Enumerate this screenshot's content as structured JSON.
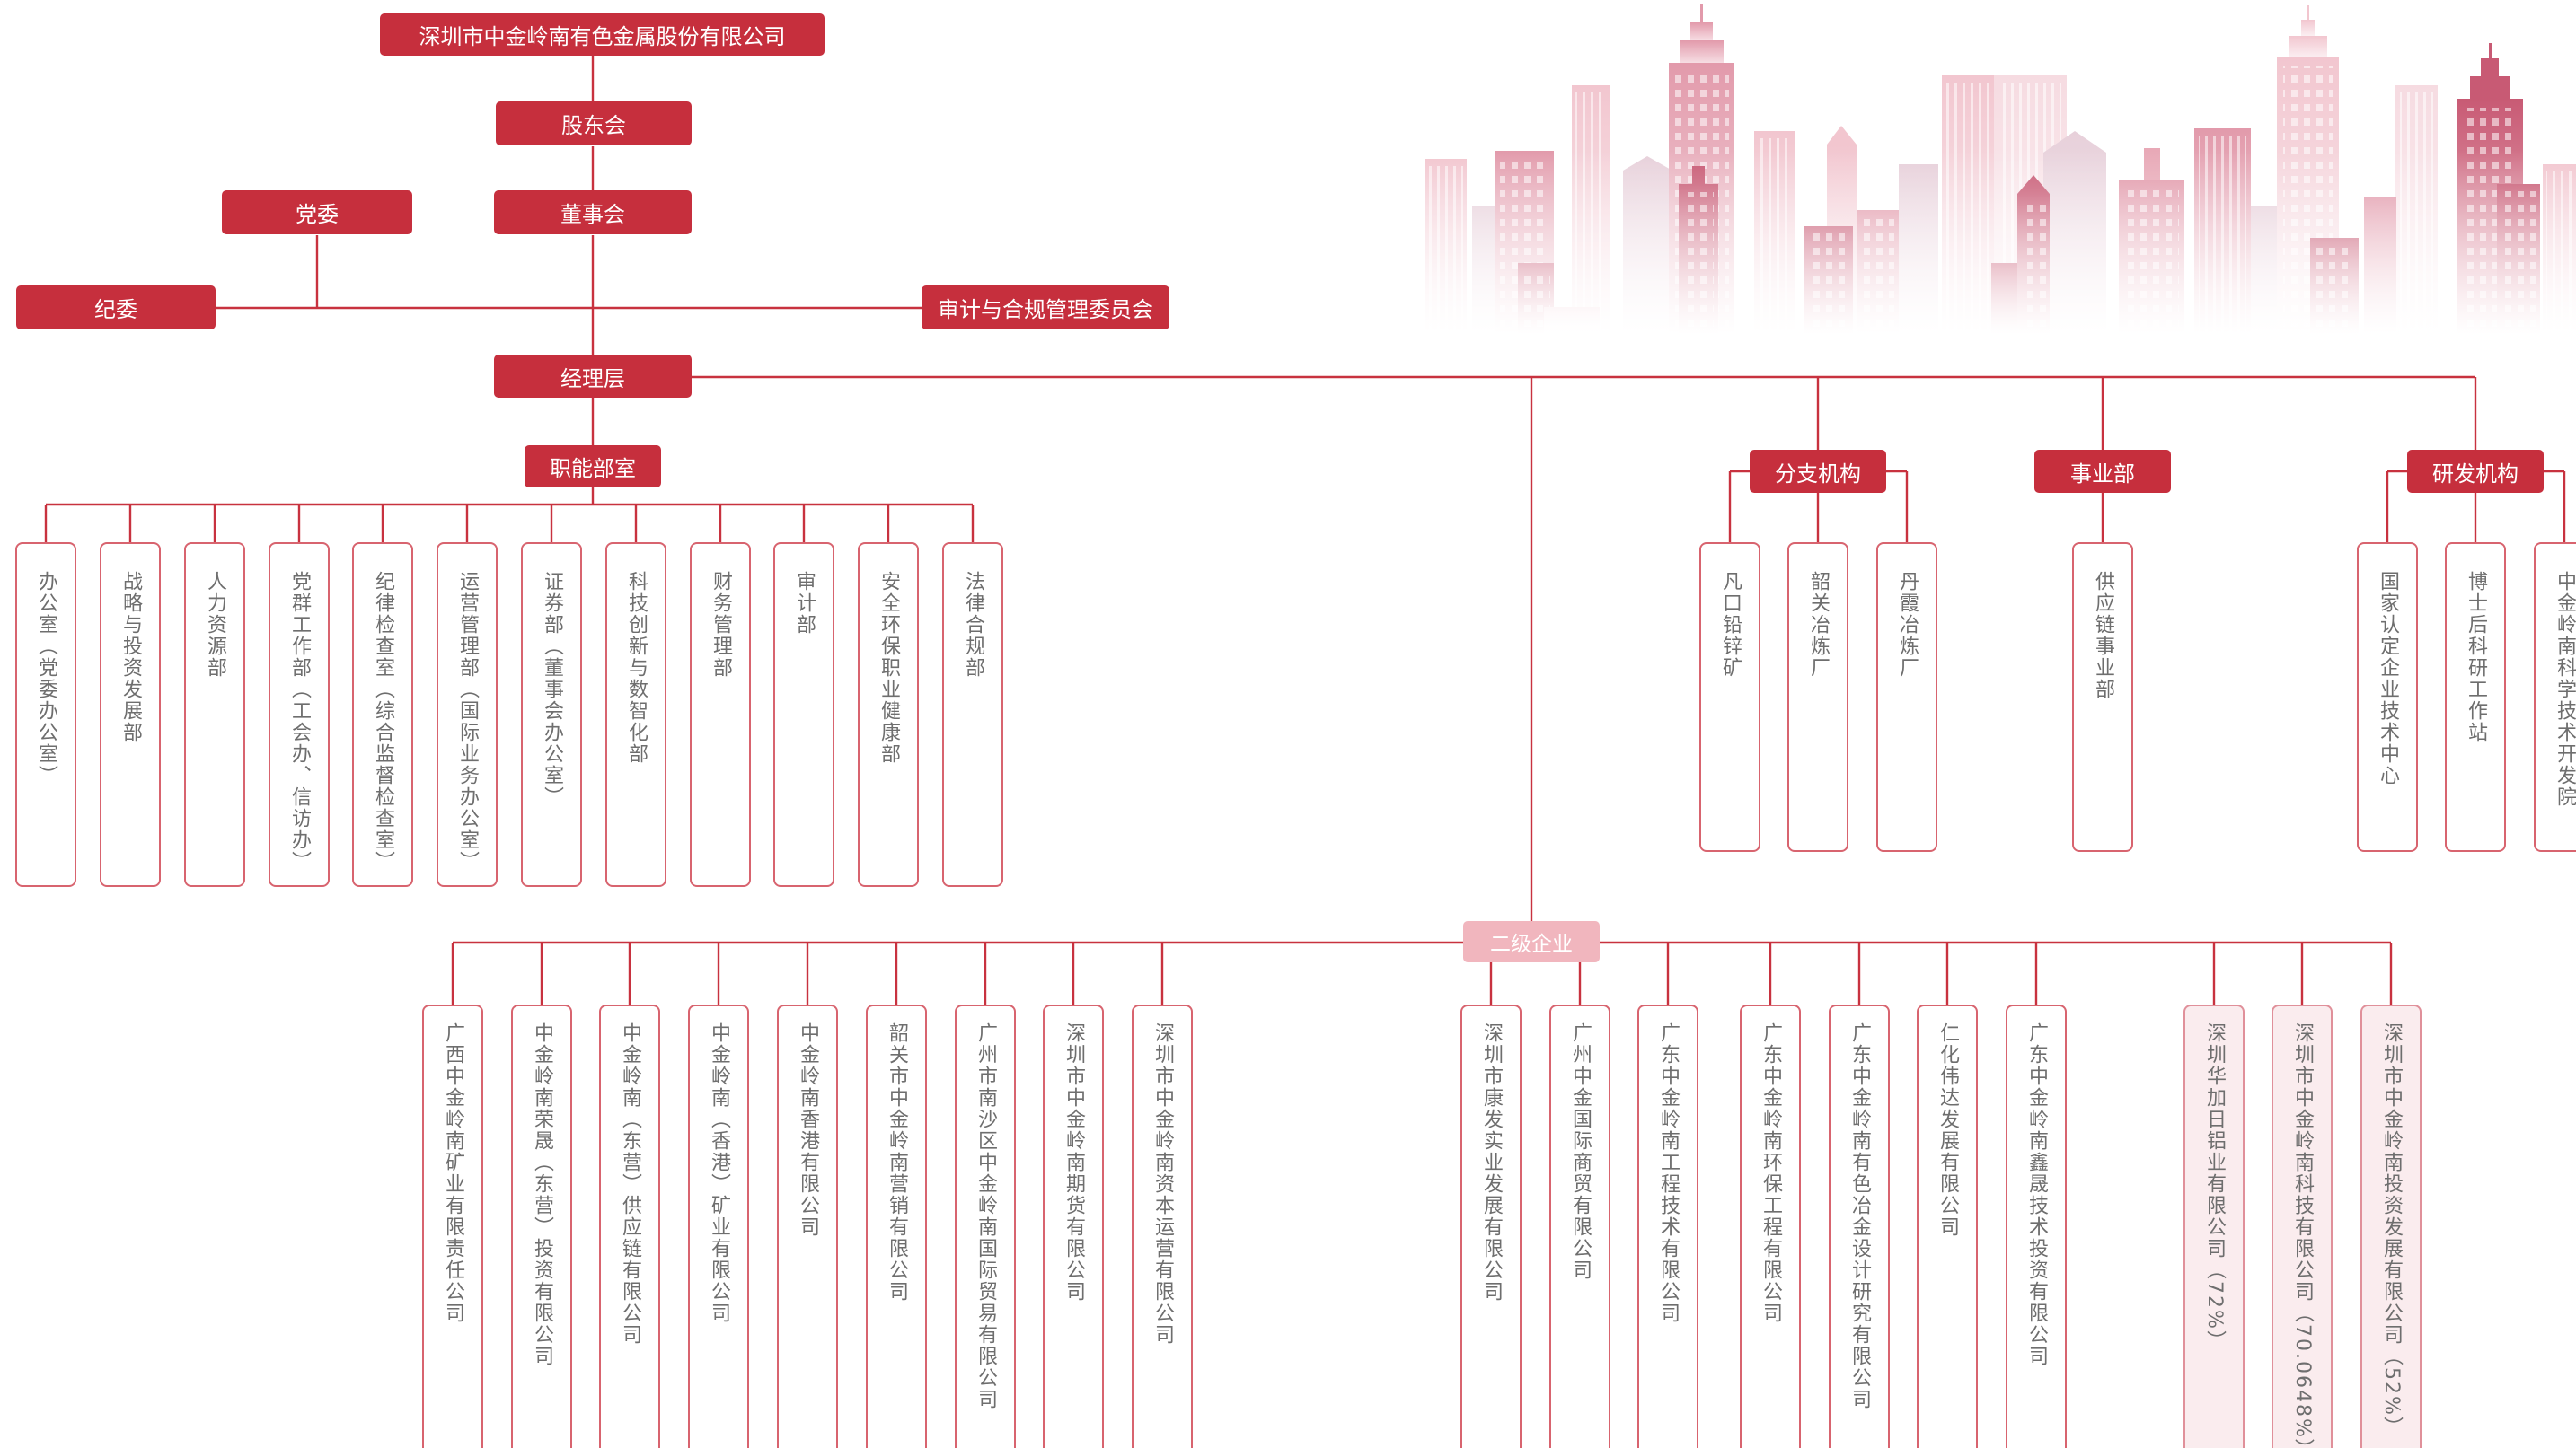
{
  "title": "深圳市中金岭南有色金属股份有限公司",
  "governance": {
    "shareholders_meeting": "股东会",
    "party_committee": "党委",
    "board_of_directors": "董事会",
    "discipline_committee": "纪委",
    "audit_compliance_committee": "审计与合规管理委员会",
    "management": "经理层"
  },
  "functional_departments": {
    "label": "职能部室",
    "items": [
      "办公室（党委办公室）",
      "战略与投资发展部",
      "人力资源部",
      "党群工作部（工会办、信访办）",
      "纪律检查室（综合监督检查室）",
      "运营管理部（国际业务办公室）",
      "证券部（董事会办公室）",
      "科技创新与数智化部",
      "财务管理部",
      "审计部",
      "安全环保职业健康部",
      "法律合规部"
    ]
  },
  "branches": {
    "label": "分支机构",
    "items": [
      "凡口铅锌矿",
      "韶关冶炼厂",
      "丹霞冶炼厂"
    ]
  },
  "business_units": {
    "label": "事业部",
    "items": [
      "供应链事业部"
    ]
  },
  "rd_institutions": {
    "label": "研发机构",
    "items": [
      "国家认定企业技术中心",
      "博士后科研工作站",
      "中金岭南科学技术开发院"
    ]
  },
  "subsidiaries": {
    "label": "二级企业",
    "group_1": [
      "广西中金岭南矿业有限责任公司",
      "中金岭南荣晟（东营）投资有限公司",
      "中金岭南（东营）供应链有限公司",
      "中金岭南（香港）矿业有限公司",
      "中金岭南香港有限公司",
      "韶关市中金岭南营销有限公司",
      "广州市南沙区中金岭南国际贸易有限公司",
      "深圳市中金岭南期货有限公司",
      "深圳市中金岭南资本运营有限公司"
    ],
    "group_2": [
      "深圳市康发实业发展有限公司",
      "广州中金国际商贸有限公司",
      "广东中金岭南工程技术有限公司",
      "广东中金岭南环保工程有限公司",
      "广东中金岭南有色冶金设计研究有限公司",
      "仁化伟达发展有限公司",
      "广东中金岭南鑫晟技术投资有限公司"
    ],
    "group_3": [
      "深圳华加日铝业有限公司（72%）",
      "深圳市中金岭南科技有限公司（70.0648%）",
      "深圳市中金岭南投资发展有限公司（52%）"
    ]
  },
  "colors": {
    "primary": "#c62f3d",
    "line": "#c8323f",
    "box_border": "#d8646f",
    "text": "#6e6e6e",
    "secondary_label": "#f1b6be",
    "highlight_fill": "#faecee",
    "highlight_border": "#e0909a"
  },
  "icons": {
    "illustration": "city-skyline-illustration"
  }
}
